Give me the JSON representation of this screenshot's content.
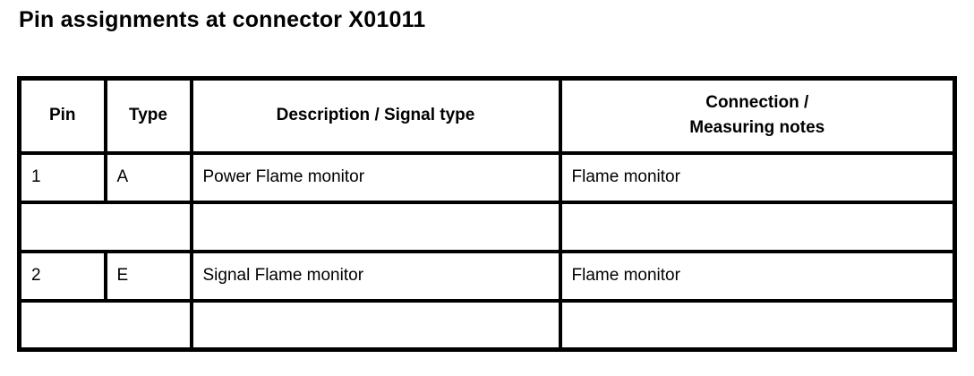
{
  "title": "Pin assignments at connector X01011",
  "colors": {
    "text": "#000000",
    "border": "#000000",
    "background": "#ffffff"
  },
  "table": {
    "columns": [
      {
        "key": "pin",
        "label": "Pin"
      },
      {
        "key": "type",
        "label": "Type"
      },
      {
        "key": "description",
        "label": "Description / Signal type"
      },
      {
        "key": "connection",
        "label": "Connection /\nMeasuring notes"
      }
    ],
    "rows": [
      {
        "pin": "1",
        "type": "A",
        "description": "Power Flame monitor",
        "connection": "Flame monitor",
        "empty": false
      },
      {
        "pin": "",
        "type": "",
        "description": "",
        "connection": "",
        "empty": true
      },
      {
        "pin": "2",
        "type": "E",
        "description": "Signal Flame monitor",
        "connection": "Flame monitor",
        "empty": false
      },
      {
        "pin": "",
        "type": "",
        "description": "",
        "connection": "",
        "empty": true
      }
    ]
  }
}
